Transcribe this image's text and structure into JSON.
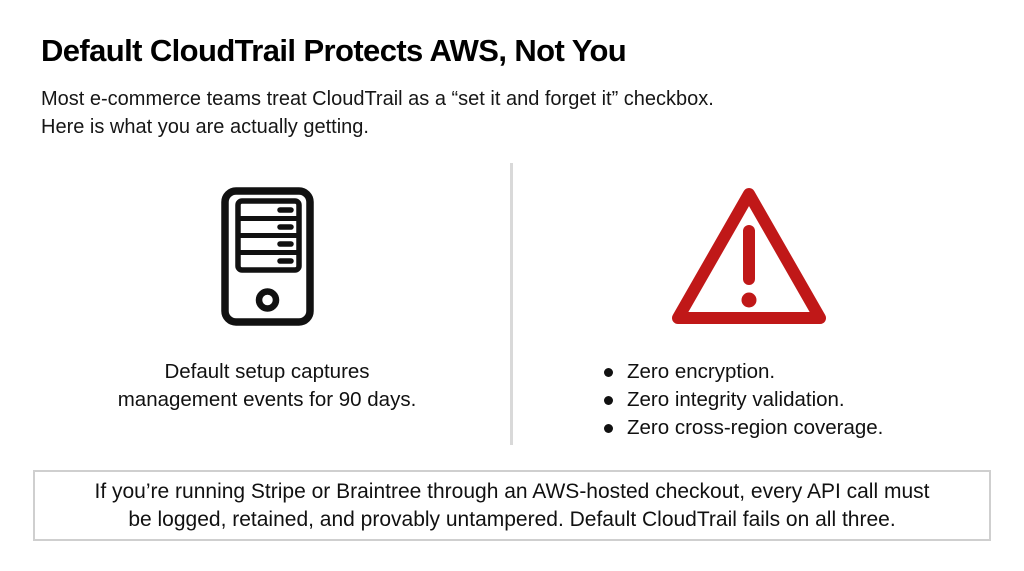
{
  "page": {
    "title": "Default CloudTrail Protects AWS, Not You",
    "subtitle_line1": "Most e-commerce teams treat CloudTrail as a “set it and forget it” checkbox.",
    "subtitle_line2": "Here is what you are actually getting."
  },
  "left_panel": {
    "icon": "server-icon",
    "caption_line1": "Default setup captures",
    "caption_line2": "management events for 90 days."
  },
  "right_panel": {
    "icon": "warning-triangle-icon",
    "bullets": [
      "Zero encryption.",
      "Zero integrity validation.",
      "Zero cross-region coverage."
    ]
  },
  "footer": {
    "line1": "If you’re running Stripe or Braintree through an AWS-hosted checkout, every API call must",
    "line2": "be logged, retained, and provably untampered. Default CloudTrail fails on all three."
  },
  "colors": {
    "warning_red": "#c01818",
    "icon_black": "#111111",
    "divider_gray": "#d9d9d9",
    "footer_border_gray": "#cfcfcf",
    "background": "#ffffff"
  }
}
